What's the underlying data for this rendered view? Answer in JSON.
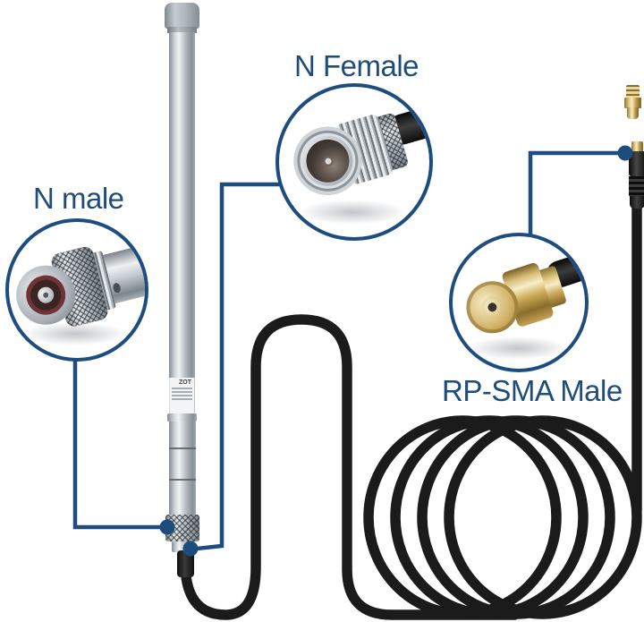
{
  "image_type": "antenna product photo with connector callouts",
  "labels": {
    "n_male": "N male",
    "n_female": "N Female",
    "rp_sma_male": "RP-SMA Male"
  },
  "antenna_label": {
    "title": "ZOT"
  },
  "colors": {
    "background": "#ffffff",
    "callout_blue": "#1d4d7f",
    "label_text": "#1e4c7c",
    "cable_black": "#1b1b1b",
    "connector_gold": "#c9a858",
    "connector_silver": "#c7ccd2"
  }
}
